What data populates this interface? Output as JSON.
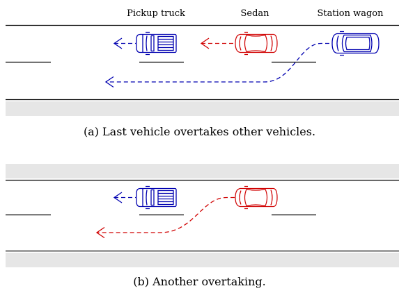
{
  "vehicle_labels": {
    "pickup": "Pickup truck",
    "sedan": "Sedan",
    "wagon": "Station wagon"
  },
  "captions": {
    "a": "(a) Last vehicle overtakes other vehicles.",
    "b": "(b) Another overtaking."
  },
  "colors": {
    "road_shoulder": "#e6e6e6",
    "pickup": "#0000b0",
    "sedan": "#d00000",
    "wagon": "#0000b0",
    "line": "#000000"
  }
}
